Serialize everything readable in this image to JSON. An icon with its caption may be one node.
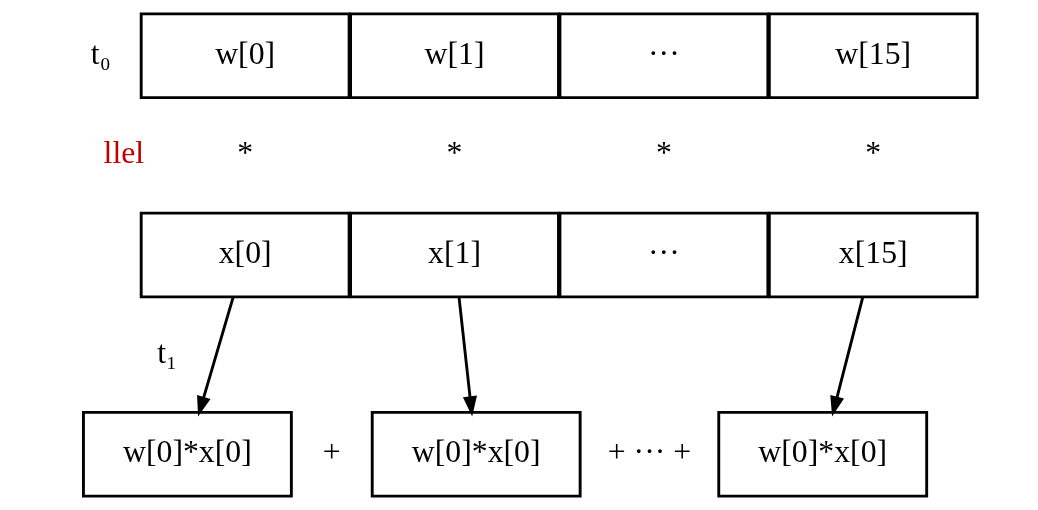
{
  "diagram": {
    "nodes": [
      {
        "text": [
          "w[0]"
        ]
      },
      {
        "text": [
          "w[1]"
        ]
      },
      {
        "text": [
          "···"
        ]
      },
      {
        "text": [
          "w[15]"
        ]
      },
      {
        "text": [
          "x[0]"
        ]
      },
      {
        "text": [
          "x[1]"
        ]
      },
      {
        "text": [
          "···"
        ]
      },
      {
        "text": [
          "x[15]"
        ]
      },
      {
        "text": [
          "w[0]*x[0]"
        ]
      },
      {
        "text": [
          "w[0]*x[0]"
        ]
      },
      {
        "text": [
          "w[0]*x[0]"
        ]
      }
    ],
    "edges": [
      {
        "from": 4,
        "to": 8,
        "arrow": "to"
      },
      {
        "from": 5,
        "to": 9,
        "arrow": "to"
      },
      {
        "from": 7,
        "to": 10,
        "arrow": "to"
      }
    ],
    "labels": [
      "t₀",
      "llel",
      "*",
      "*",
      "*",
      "*",
      "t₁",
      "+",
      "+ ··· +"
    ]
  }
}
